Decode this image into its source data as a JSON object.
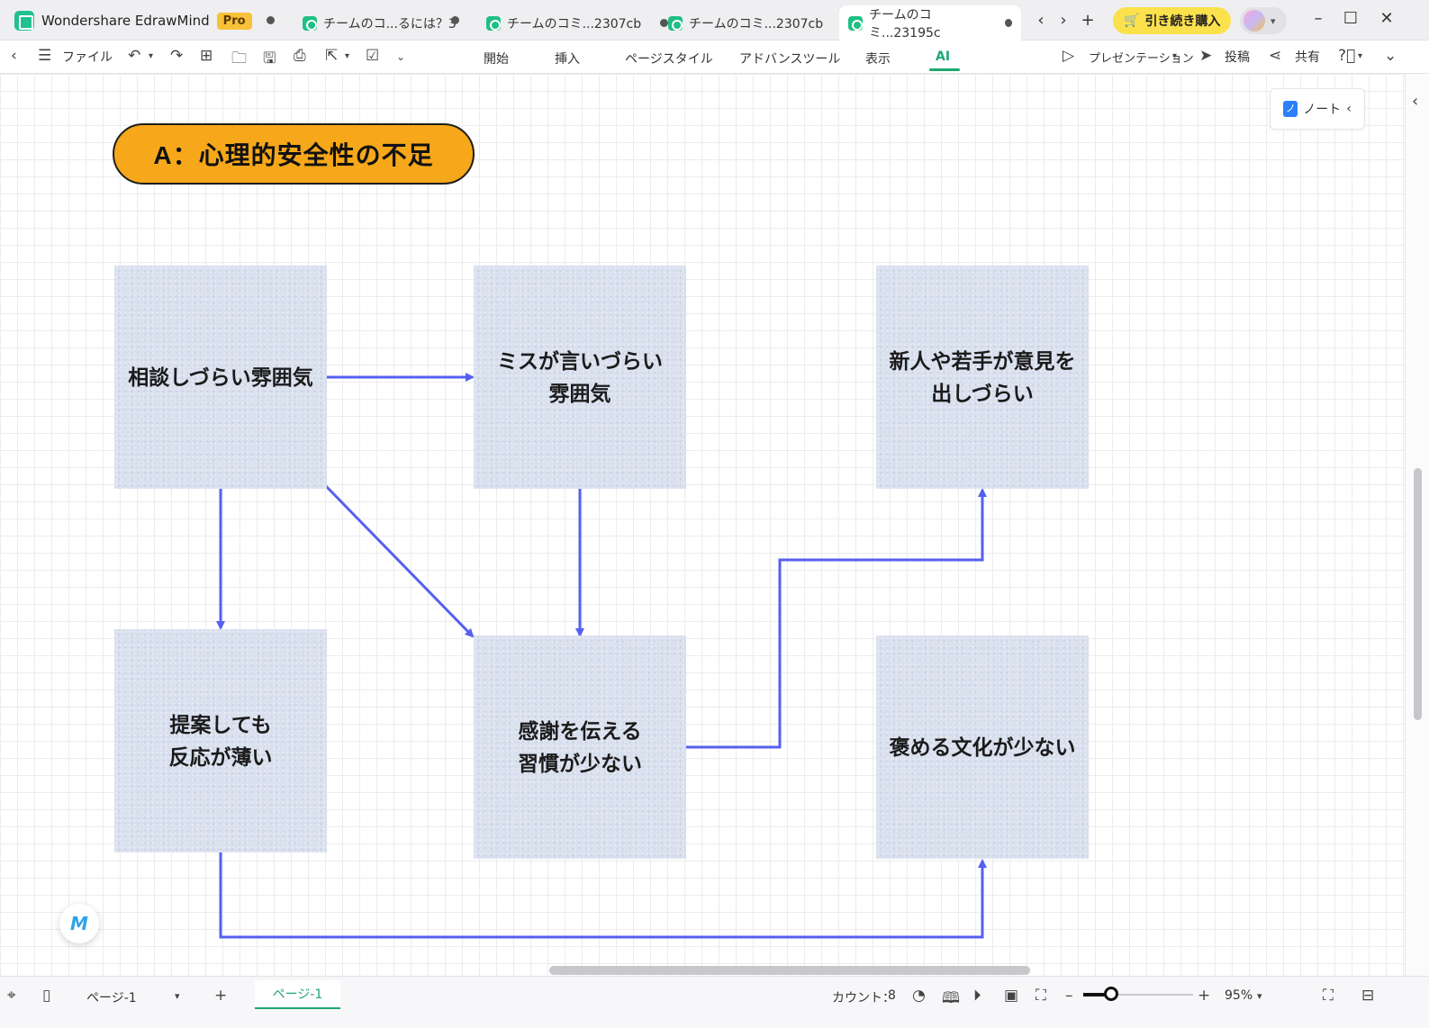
{
  "app": {
    "name": "Wondershare EdrawMind",
    "badge": "Pro"
  },
  "tabs": [
    {
      "label": "チームのコ...るには？3"
    },
    {
      "label": "チームのコミ...2307cb"
    },
    {
      "label": "チームのコミ...2307cb"
    },
    {
      "label": "チームのコミ...23195c"
    }
  ],
  "titlebar": {
    "buy_label": "引き続き購入"
  },
  "menu": {
    "file_label": "ファイル",
    "tabs": [
      "開始",
      "挿入",
      "ページスタイル",
      "アドバンスツール",
      "表示",
      "AI"
    ],
    "presentation_label": "プレゼンテーション",
    "post_label": "投稿",
    "share_label": "共有"
  },
  "canvas": {
    "note_label": "ノート",
    "title": "A：心理的安全性の不足",
    "cards": [
      "相談しづらい雰囲気",
      "ミスが言いづらい\n雰囲気",
      "新人や若手が意見を\n出しづらい",
      "提案しても\n反応が薄い",
      "感謝を伝える\n習慣が少ない",
      "褒める文化が少ない"
    ]
  },
  "statusbar": {
    "page_select": "ページ-1",
    "page_tab": "ページ-1",
    "count_label": "カウント：",
    "count_value": "8",
    "zoom": "95%"
  },
  "colors": {
    "accent": "#1ea872",
    "title_fill": "#f6a71a",
    "card_fill": "#d9e0ee",
    "connector": "#5560f0",
    "buy_button": "#fbe14b"
  }
}
